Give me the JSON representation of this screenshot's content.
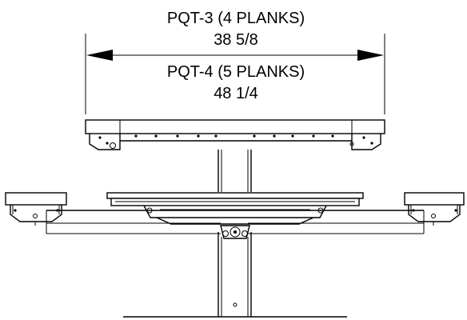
{
  "dimension": {
    "model_a": "PQT-3 (4 PLANKS)",
    "value_a": "38 5/8",
    "model_b": "PQT-4 (5 PLANKS)",
    "value_b": "48 1/4"
  },
  "colors": {
    "line": "#000000",
    "background": "#ffffff"
  }
}
